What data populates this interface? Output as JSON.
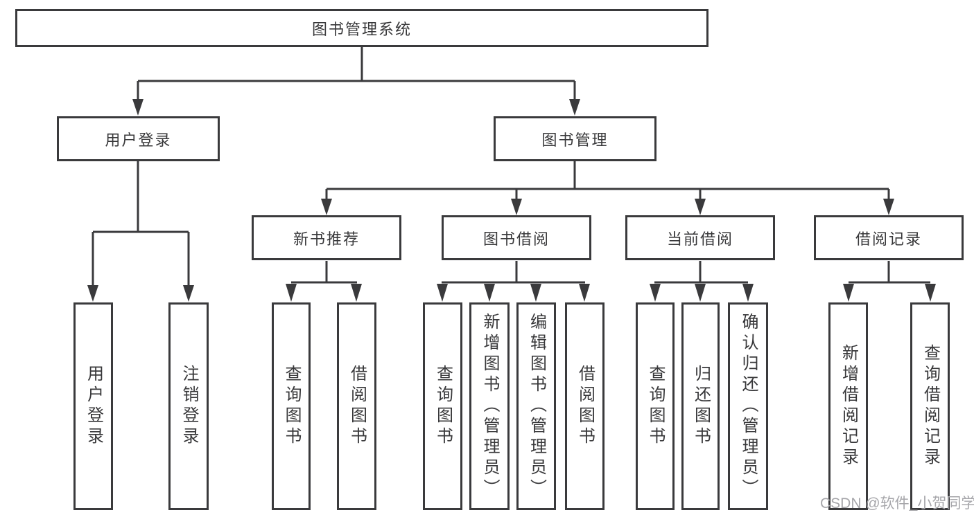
{
  "diagram": {
    "root": {
      "label": "图书管理系统"
    },
    "level2": [
      {
        "label": "用户登录",
        "children": [
          {
            "label": "用户登录"
          },
          {
            "label": "注销登录"
          }
        ]
      },
      {
        "label": "图书管理",
        "children": [
          {
            "label": "新书推荐",
            "children": [
              {
                "label": "查询图书"
              },
              {
                "label": "借阅图书"
              }
            ]
          },
          {
            "label": "图书借阅",
            "children": [
              {
                "label": "查询图书"
              },
              {
                "label": "新增图书（管理员）"
              },
              {
                "label": "编辑图书（管理员）"
              },
              {
                "label": "借阅图书"
              }
            ]
          },
          {
            "label": "当前借阅",
            "children": [
              {
                "label": "查询图书"
              },
              {
                "label": "归还图书"
              },
              {
                "label": "确认归还（管理员）"
              }
            ]
          },
          {
            "label": "借阅记录",
            "children": [
              {
                "label": "新增借阅记录"
              },
              {
                "label": "查询借阅记录"
              }
            ]
          }
        ]
      }
    ]
  },
  "watermark": "CSDN @软件_小贺同学",
  "colors": {
    "line": "#3a3a3c",
    "text": "#38383a",
    "watermark": "#a6a6aa",
    "background": "#ffffff"
  }
}
